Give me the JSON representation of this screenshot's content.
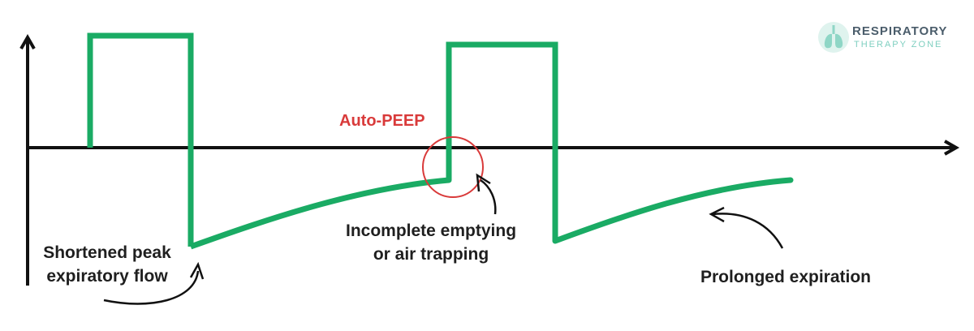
{
  "logo": {
    "line1": "RESPIRATORY",
    "line2": "THERAPY ZONE",
    "color_primary": "#4b5d6b",
    "color_secondary": "#7fcfc0",
    "icon": "lungs-icon"
  },
  "annotations": {
    "auto_peep": "Auto-PEEP",
    "shortened_line1": "Shortened peak",
    "shortened_line2": "expiratory flow",
    "incomplete_line1": "Incomplete emptying",
    "incomplete_line2": "or air trapping",
    "prolonged": "Prolonged expiration"
  },
  "colors": {
    "waveform": "#1aab64",
    "axis": "#111111",
    "highlight": "#d93a3a",
    "text": "#1f1f1f"
  }
}
